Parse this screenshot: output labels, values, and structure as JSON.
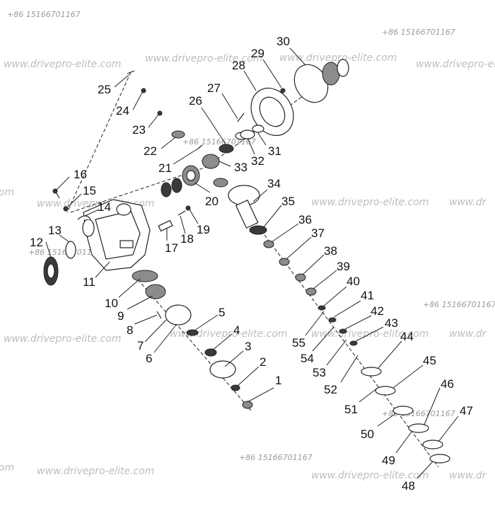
{
  "watermarks": {
    "url": "www.drivepro-elite.com",
    "url_partial_left": "om",
    "url_partial_right": "www.dr",
    "phone": "+86 15166701167",
    "phone_partial": "+86 1516670116"
  },
  "callouts": [
    "1",
    "2",
    "3",
    "4",
    "5",
    "6",
    "7",
    "8",
    "9",
    "10",
    "11",
    "12",
    "13",
    "14",
    "15",
    "16",
    "17",
    "18",
    "19",
    "20",
    "21",
    "22",
    "23",
    "24",
    "25",
    "26",
    "27",
    "28",
    "29",
    "30",
    "31",
    "32",
    "33",
    "34",
    "35",
    "36",
    "37",
    "38",
    "39",
    "40",
    "41",
    "42",
    "43",
    "44",
    "45",
    "46",
    "47",
    "48",
    "49",
    "50",
    "51",
    "52",
    "53",
    "54",
    "55"
  ],
  "colors": {
    "line": "#222222",
    "part_dark": "#3a3a3a",
    "part_grey": "#8c8c8c",
    "watermark": "#bdbdbd"
  }
}
